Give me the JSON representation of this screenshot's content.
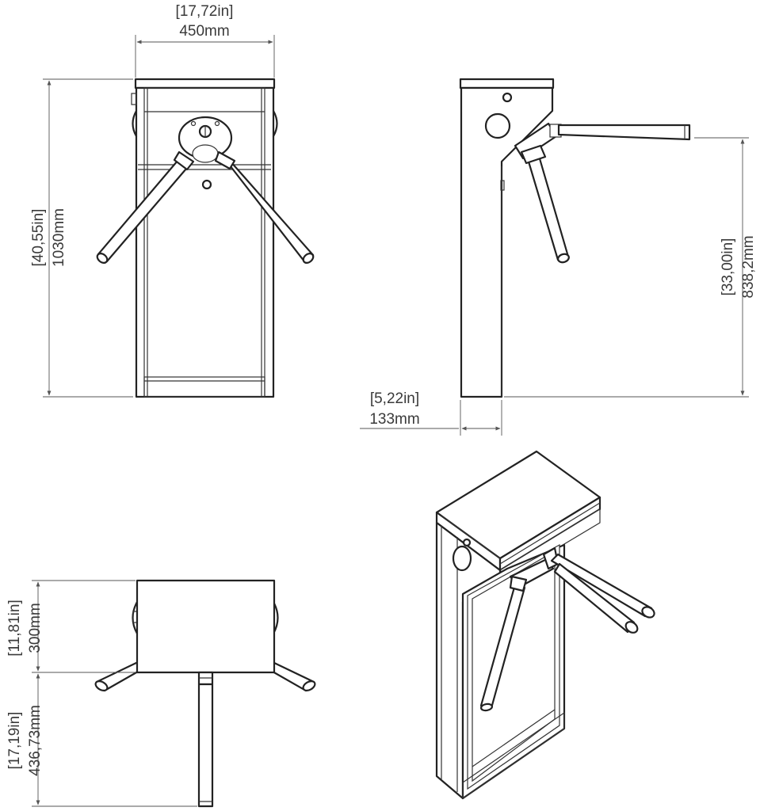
{
  "dimensions": {
    "width_in": "[17,72in]",
    "width_mm": "450mm",
    "height_in": "[40,55in]",
    "height_mm": "1030mm",
    "arm_height_in": "[33,00in]",
    "arm_height_mm": "838,2mm",
    "depth_in": "[5,22in]",
    "depth_mm": "133mm",
    "top_depth_in": "[11,81in]",
    "top_depth_mm": "300mm",
    "arm_reach_in": "[17,19in]",
    "arm_reach_mm": "436,73mm"
  }
}
